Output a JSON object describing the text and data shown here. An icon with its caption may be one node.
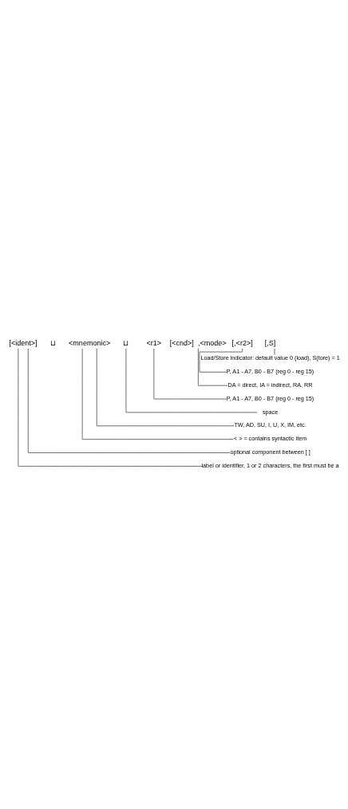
{
  "diagram": {
    "nodes": [
      {
        "text": [
          "[<ident>]"
        ]
      },
      {
        "text": [
          "⊔"
        ]
      },
      {
        "text": [
          "<mnemonic>"
        ]
      },
      {
        "text": [
          "⊔"
        ]
      },
      {
        "text": [
          "<r1>"
        ]
      },
      {
        "text": [
          "[<cnd>]"
        ]
      },
      {
        "text": [
          ",<mode>"
        ]
      },
      {
        "text": [
          "[,<r2>]"
        ]
      },
      {
        "text": [
          "[,S]"
        ]
      },
      {
        "text": [
          "Load/Store indicator: default value 0 (load), S(tore) = 1"
        ]
      },
      {
        "text": [
          "P, A1 - A7, B0 - B7 (reg 0 - reg 15)"
        ]
      },
      {
        "text": [
          "DA = direct, IA = indirect, RA, RR"
        ]
      },
      {
        "text": [
          "P, A1 - A7, B0 - B7 (reg 0 - reg 15)"
        ]
      },
      {
        "text": [
          "space"
        ]
      },
      {
        "text": [
          "TW, AD, SU, I, U, X, IM, etc."
        ]
      },
      {
        "text": [
          "< > = contains syntactic item"
        ]
      },
      {
        "text": [
          "optional component between [ ]"
        ]
      },
      {
        "text": [
          "label or identifier, 1 or 2 characters, the first must be a"
        ]
      }
    ],
    "edges": [
      {
        "from": 8,
        "to": 9,
        "arrow": "none"
      },
      {
        "from": 7,
        "to": 10,
        "arrow": "none"
      },
      {
        "from": 6,
        "to": 11,
        "arrow": "none"
      },
      {
        "from": 4,
        "to": 12,
        "arrow": "none"
      },
      {
        "from": 3,
        "to": 13,
        "arrow": "none"
      },
      {
        "from": 2,
        "to": 14,
        "arrow": "none"
      },
      {
        "from": 2,
        "to": 15,
        "arrow": "none"
      },
      {
        "from": 0,
        "to": 16,
        "arrow": "none"
      },
      {
        "from": 0,
        "to": 17,
        "arrow": "none"
      }
    ]
  }
}
